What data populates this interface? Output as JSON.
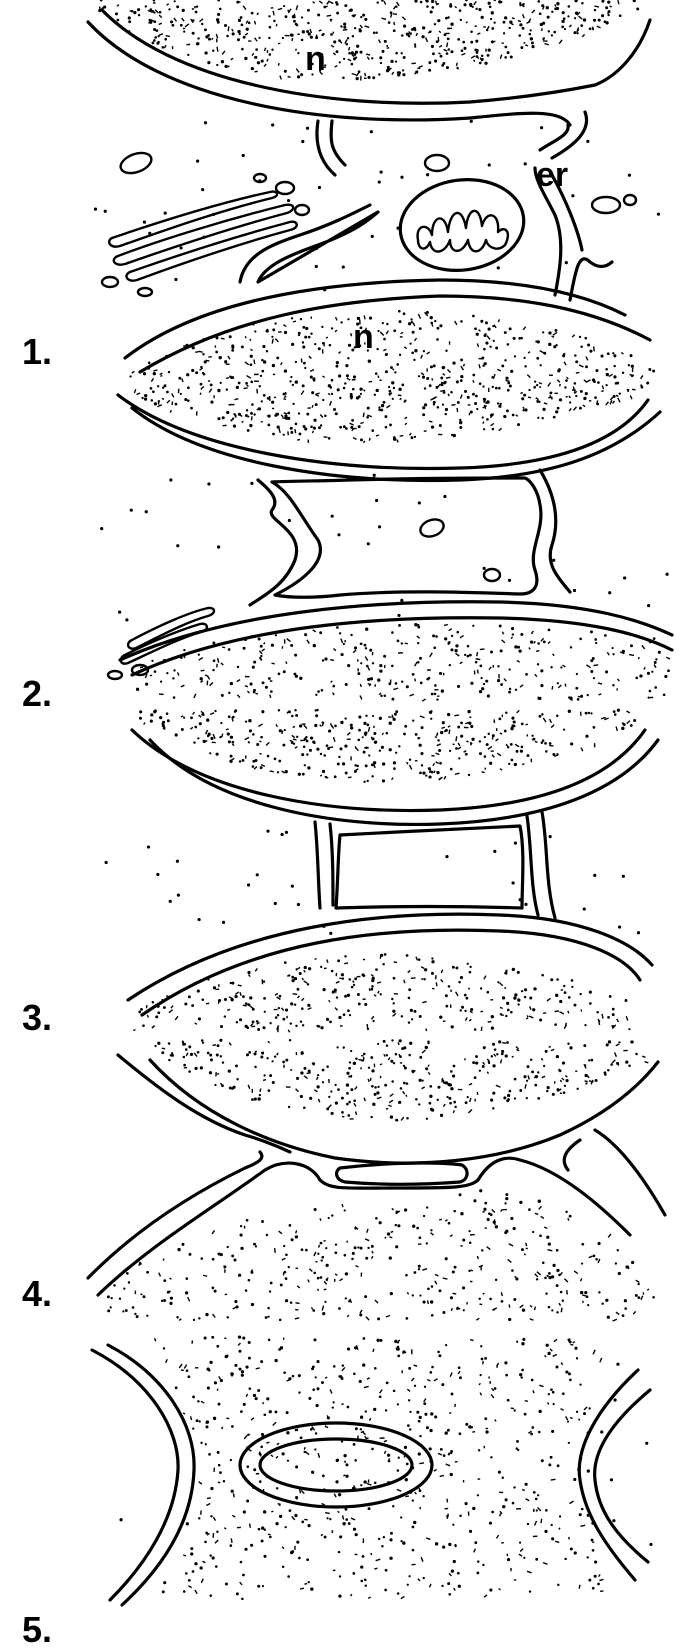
{
  "stages": [
    {
      "number": "1.",
      "labels": {
        "nucleus_top": "n",
        "nucleus_bottom": "n",
        "er": "er"
      }
    },
    {
      "number": "2."
    },
    {
      "number": "3."
    },
    {
      "number": "4."
    },
    {
      "number": "5."
    }
  ],
  "colors": {
    "ink": "#000000",
    "background": "#ffffff"
  }
}
